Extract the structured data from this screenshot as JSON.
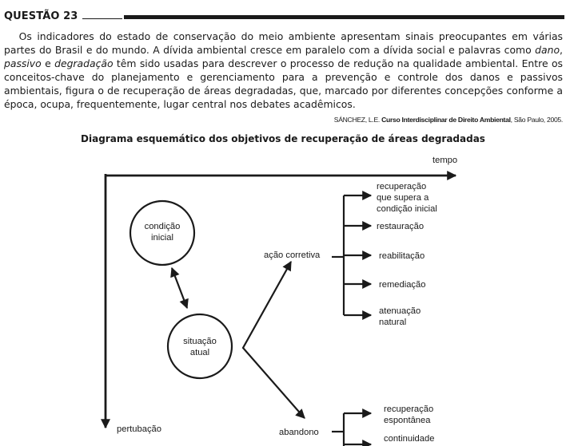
{
  "question": {
    "title": "QUESTÃO 23",
    "paragraph": [
      {
        "t": "Os indicadores do estado de conservação do meio ambiente apresentam sinais preocupantes em várias partes do Brasil e do mundo. A dívida ambiental cresce em paralelo com a dívida social e palavras como ",
        "i": false
      },
      {
        "t": "dano",
        "i": true
      },
      {
        "t": ", ",
        "i": false
      },
      {
        "t": "passivo",
        "i": true
      },
      {
        "t": " e ",
        "i": false
      },
      {
        "t": "degradação",
        "i": true
      },
      {
        "t": " têm sido usadas para descrever o processo de redução na qualidade ambiental. Entre os conceitos-chave do planejamento e gerenciamento para a prevenção e controle dos danos e passivos ambientais, figura o de recuperação de áreas degradadas, que, marcado por diferentes concepções conforme a época, ocupa, frequentemente, lugar central nos debates acadêmicos.",
        "i": false
      }
    ],
    "source_author": "SÁNCHEZ, L.E.",
    "source_title": "Curso Interdisciplinar de Direito Ambiental",
    "source_rest": ", São Paulo, 2005."
  },
  "diagram": {
    "title": "Diagrama esquemático dos objetivos de recuperação de áreas degradadas",
    "axis_time": "tempo",
    "axis_disturbance": "pertubação",
    "circle_initial": [
      "condição",
      "inicial"
    ],
    "circle_current": [
      "situação",
      "atual"
    ],
    "branch_corrective": "ação corretiva",
    "branch_abandon": "abandono",
    "corrective_outcomes": [
      [
        "recuperação",
        "que supera a",
        "condição inicial"
      ],
      [
        "restauração"
      ],
      [
        "reabilitação"
      ],
      [
        "remediação"
      ],
      [
        "atenuação",
        "natural"
      ]
    ],
    "abandon_outcomes": [
      [
        "recuperação",
        "espontânea"
      ],
      [
        "continuidade"
      ]
    ]
  }
}
